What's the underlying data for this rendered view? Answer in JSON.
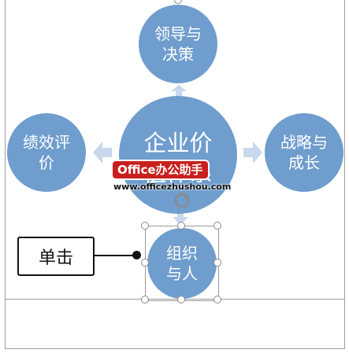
{
  "nodes": {
    "top": "领导与\n决策",
    "left": "绩效评\n价",
    "right": "战略与\n成长",
    "center": "企业价\n值体系",
    "bottom": "组织\n与人"
  },
  "callout": {
    "text": "单击"
  },
  "watermark": {
    "badge": "Office办公助手",
    "url": "www.officezhushou.com"
  },
  "colors": {
    "node_fill": "#6f9dcd",
    "arrow_fill": "#c7d8ec",
    "watermark_red": "#c8201e"
  },
  "icons": {
    "rotate_handle": "rotate-icon"
  }
}
